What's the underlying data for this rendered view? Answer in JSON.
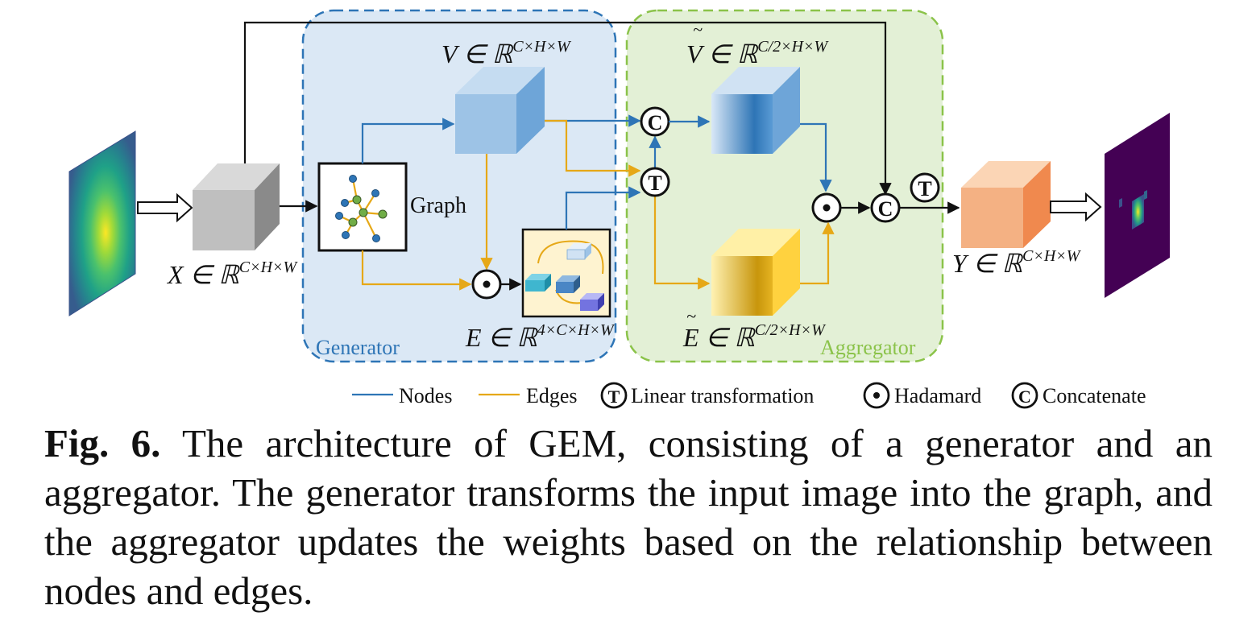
{
  "diagram": {
    "regions": {
      "generator": "Generator",
      "aggregator": "Aggregator"
    },
    "labels": {
      "graph": "Graph",
      "x_main": "X ∈ ℝ",
      "x_sup": "C×H×W",
      "v_main": "V ∈ ℝ",
      "v_sup": "C×H×W",
      "e_main": "E ∈ ℝ",
      "e_sup": "4×C×H×W",
      "vt_main": "V ∈ ℝ",
      "vt_sup": "C/2×H×W",
      "et_main": "E ∈ ℝ",
      "et_sup": "C/2×H×W",
      "y_main": "Y ∈ ℝ",
      "y_sup": "C×H×W",
      "tilde": "~"
    },
    "operators": {
      "concat": "C",
      "linear": "T",
      "hadamard": "•"
    },
    "legend": {
      "nodes": "Nodes",
      "edges": "Edges",
      "linear": "Linear transformation",
      "hadamard": "Hadamard",
      "concatenate": "Concatenate"
    },
    "colors": {
      "nodes_line": "#2e75b6",
      "edges_line": "#e6a817",
      "generator_fill": "#dbe8f5",
      "generator_border": "#2e75b6",
      "aggregator_fill": "#e3f0d6",
      "aggregator_border": "#8bc34a"
    }
  },
  "caption": {
    "prefix": "Fig. 6.",
    "text": "The architecture of GEM, consisting of a generator and an aggregator. The generator transforms the input image into the graph, and the aggregator updates the weights based on the relationship between nodes and edges."
  }
}
